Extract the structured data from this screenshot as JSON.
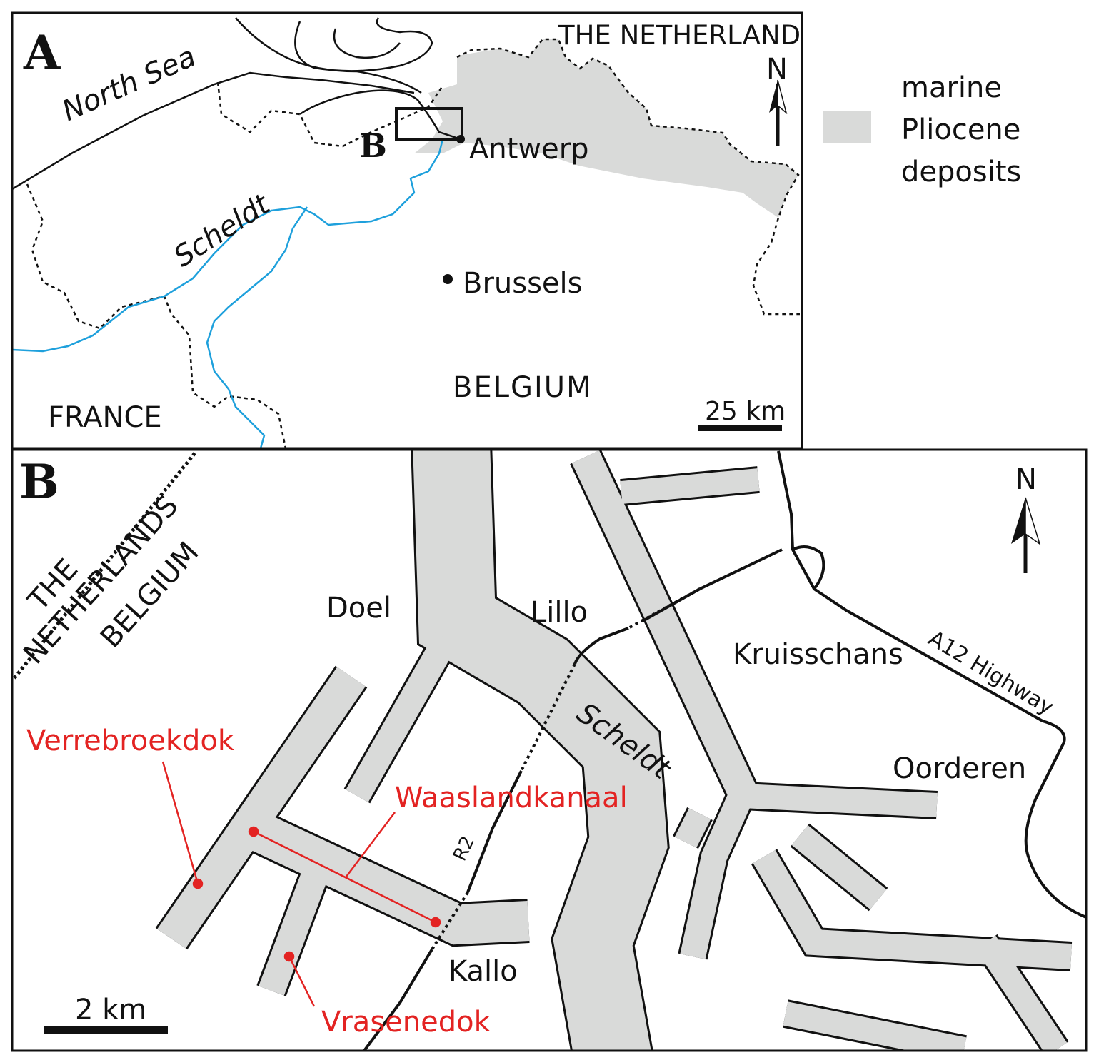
{
  "colors": {
    "deposits": "#d9dad9",
    "river": "#1ea0dc",
    "highlight": "#e32322",
    "outline": "#111111"
  },
  "panel_a": {
    "label": "A",
    "north_sea": "North Sea",
    "netherlands": "THE NETHERLANDS",
    "north": "N",
    "inset_label": "B",
    "antwerp": "Antwerp",
    "scheldt": "Scheldt",
    "brussels": "Brussels",
    "belgium": "BELGIUM",
    "france": "FRANCE",
    "scale": "25 km"
  },
  "legend": {
    "line1": "marine",
    "line2": "Pliocene",
    "line3": "deposits"
  },
  "panel_b": {
    "label": "B",
    "netherlands_1": "THE",
    "netherlands_2": "NETHERLANDS",
    "belgium": "BELGIUM",
    "doel": "Doel",
    "lillo": "Lillo",
    "kruisschans": "Kruisschans",
    "highway": "A12 Highway",
    "oorderen": "Oorderen",
    "scheldt": "Scheldt",
    "verrebroekdok": "Verrebroekdok",
    "waaslandkanaal": "Waaslandkanaal",
    "vrasenedok": "Vrasenedok",
    "kallo": "Kallo",
    "r2": "R2",
    "scale": "2 km",
    "north": "N"
  }
}
